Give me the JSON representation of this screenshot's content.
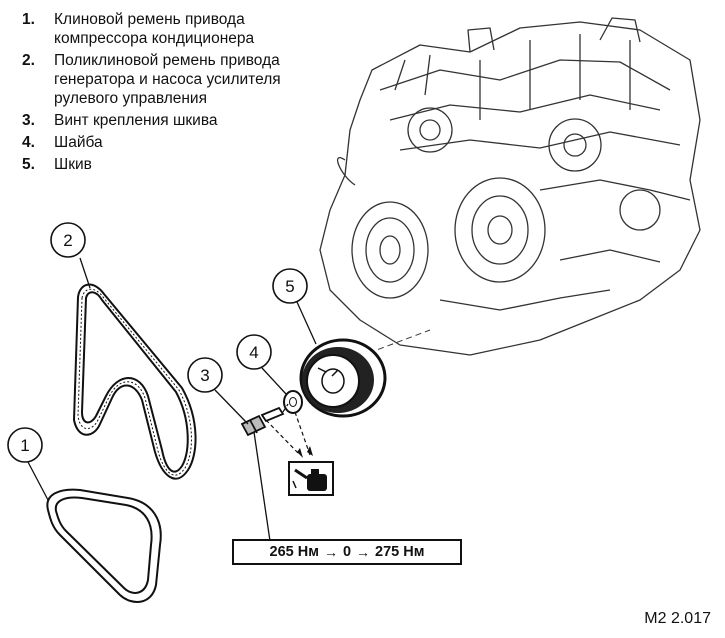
{
  "legend": [
    {
      "num": "1",
      "text": "Клиновой ремень привода\nкомпрессора кондиционера"
    },
    {
      "num": "2",
      "text": "Поликлиновой ремень привода\nгенератора и насоса усилителя\nрулевого управления"
    },
    {
      "num": "3",
      "text": "Винт крепления шкива"
    },
    {
      "num": "4",
      "text": "Шайба"
    },
    {
      "num": "5",
      "text": "Шкив"
    }
  ],
  "callouts": [
    "1",
    "2",
    "3",
    "4",
    "5"
  ],
  "torque": {
    "value1": "265 Нм",
    "value2": "0",
    "value3": "275 Нм",
    "arrow": "→"
  },
  "figure_ref": "M2 2.017",
  "icons": {
    "oil_can": "oil-can-icon"
  }
}
